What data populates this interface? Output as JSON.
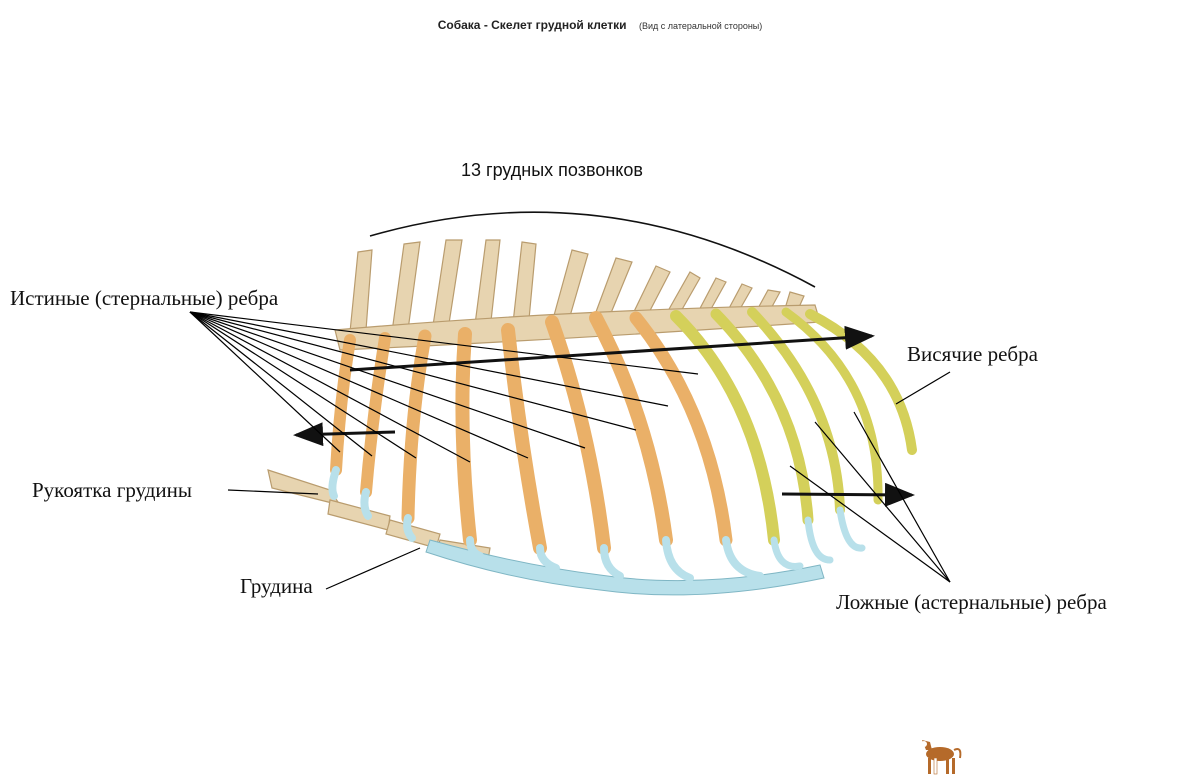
{
  "header": {
    "title": "Собака - Скелет грудной клетки",
    "subtitle": "(Вид с латеральной стороны)"
  },
  "labels": {
    "vertebrae": "13 грудных позвонков",
    "true_ribs": "Истиные (стернальные) ребра",
    "floating_ribs": "Висячие ребра",
    "manubrium": "Рукоятка грудины",
    "sternum": "Грудина",
    "false_ribs": "Ложные (астернальные) ребра"
  },
  "colors": {
    "bone": "#e7d4b0",
    "true_rib": "#eab068",
    "floating_rib": "#d4d05a",
    "cartilage": "#b8e0ea",
    "leader_line": "#000000"
  },
  "icons": {
    "dog": "dog-icon"
  }
}
